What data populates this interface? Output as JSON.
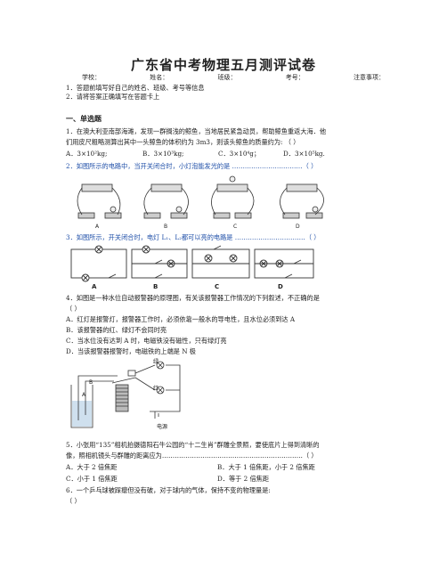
{
  "title": "广东省中考物理五月测评试卷",
  "info": {
    "school": "学校：",
    "name": "姓名：",
    "class": "班级：",
    "exam_no": "考号：",
    "notice": "注意事项："
  },
  "notes": [
    "1．答题前填写好自己的姓名、班级、考号等信息",
    "2．请将答案正确填写在答题卡上"
  ],
  "section": "一、单选题",
  "q1": {
    "line1": "1．在澳大利亚南部海滩，发现一群搁浅的鲸鱼，当地居民紧急动员，帮助鲸鱼重返大海．他",
    "line2": "们用皮尺粗略测算出其中一头鲸鱼的体积约为 3m3，则该头鲸鱼的质量约为: （   ）",
    "options": [
      "A．3×10²kg;",
      "B．3×10³kg;",
      "C．3×10⁴g；",
      "D．3×10⁵kg."
    ]
  },
  "q2": {
    "text": "2．如图所示的电路中，当开关闭合时，小灯泡能发光的是 ……………………………（     ）",
    "labels": [
      "A",
      "B",
      "C",
      "D"
    ]
  },
  "q3": {
    "text": "3．如图所示，开关闭合时，电灯 L₁、L₂都可以亮的电路是 ……………………………（     ）",
    "labels": [
      "A",
      "B",
      "C",
      "D"
    ]
  },
  "q4": {
    "line1": "4．如图是一种水位自动报警器的原理图，有关该报警器工作情况的下列叙述，不正确的是",
    "line2": "（   ）",
    "options": [
      "A．红灯是报警灯，报警器工作时，必须依靠一般水的导电性，且水位必须到达 A",
      "B．该报警器的红、绿灯不会同时亮",
      "C．当水位没有达到 A 时，电磁铁没有磁性，只有绿灯亮",
      "D．当该报警器报警时，电磁铁的上端是 N 极"
    ],
    "fig": {
      "green": "绿",
      "red": "红",
      "power": "电源",
      "a": "A",
      "b": "B"
    }
  },
  "q5": {
    "line1": "5．小张用“135”相机拍摄德阳石牛公园的“十二生肖”群雕全景照，要使底片上得到清晰的",
    "line2": "像，照相机镜头与群雕的距离应为…………………………………………………………（     ）",
    "options": [
      "A．大于 2 倍焦距",
      "B．大于 1 倍焦距，小于 2 倍焦距",
      "C．小于 1 倍焦距",
      "D．等于 2 倍焦距"
    ]
  },
  "q6": {
    "line1": "6．一个乒乓球被踩瘪但没有破，对于球内的气体，保持不变的物理量是:",
    "line2": "（   ）"
  }
}
